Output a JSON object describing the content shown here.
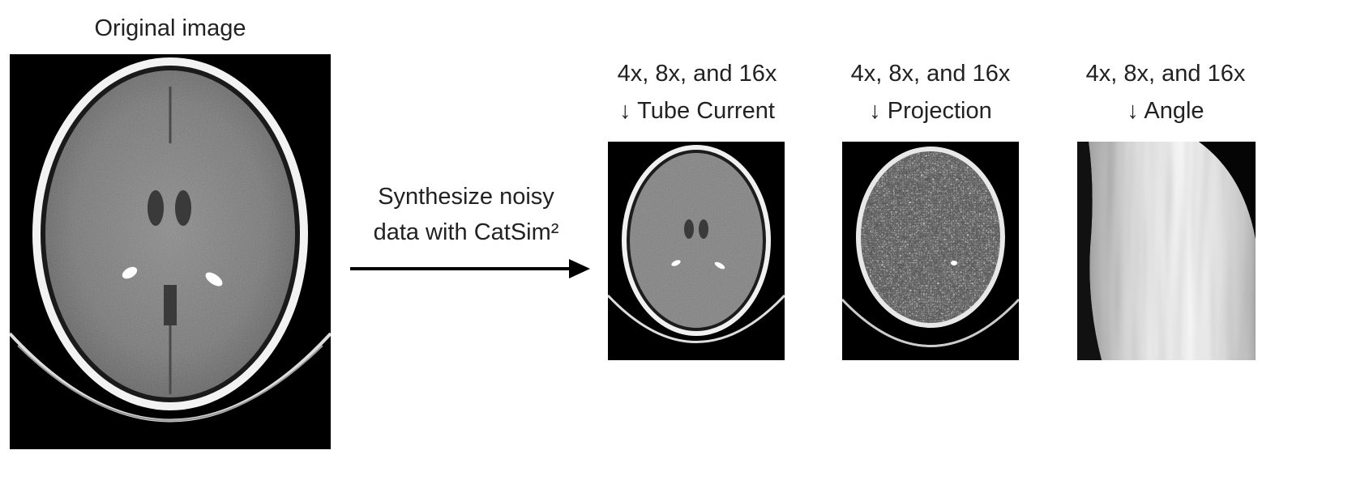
{
  "original": {
    "title": "Original image"
  },
  "arrow": {
    "line1": "Synthesize noisy",
    "line2": "data with CatSim²"
  },
  "panels": [
    {
      "line1": "4x, 8x, and 16x",
      "line2": "↓ Tube Current"
    },
    {
      "line1": "4x, 8x, and 16x",
      "line2": "↓ Projection"
    },
    {
      "line1": "4x, 8x, and 16x",
      "line2": "↓ Angle"
    }
  ]
}
